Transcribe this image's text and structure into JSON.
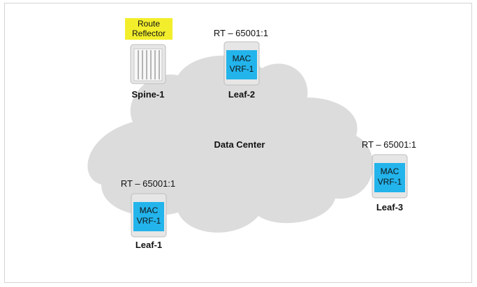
{
  "diagram": {
    "cloud_label": "Data Center",
    "route_reflector_label": [
      "Route",
      "Reflector"
    ],
    "nodes": {
      "spine1": {
        "name": "Spine-1"
      },
      "leaf1": {
        "name": "Leaf-1",
        "rt": "RT – 65001:1",
        "lines": [
          "MAC",
          "VRF-1"
        ]
      },
      "leaf2": {
        "name": "Leaf-2",
        "rt": "RT – 65001:1",
        "lines": [
          "MAC",
          "VRF-1"
        ]
      },
      "leaf3": {
        "name": "Leaf-3",
        "rt": "RT – 65001:1",
        "lines": [
          "MAC",
          "VRF-1"
        ]
      }
    },
    "colors": {
      "cloud": "#dcdcdc",
      "device_body": "#e6e6e6",
      "vrf_blue": "#23b4ec",
      "highlight": "#f3ee2c"
    }
  }
}
